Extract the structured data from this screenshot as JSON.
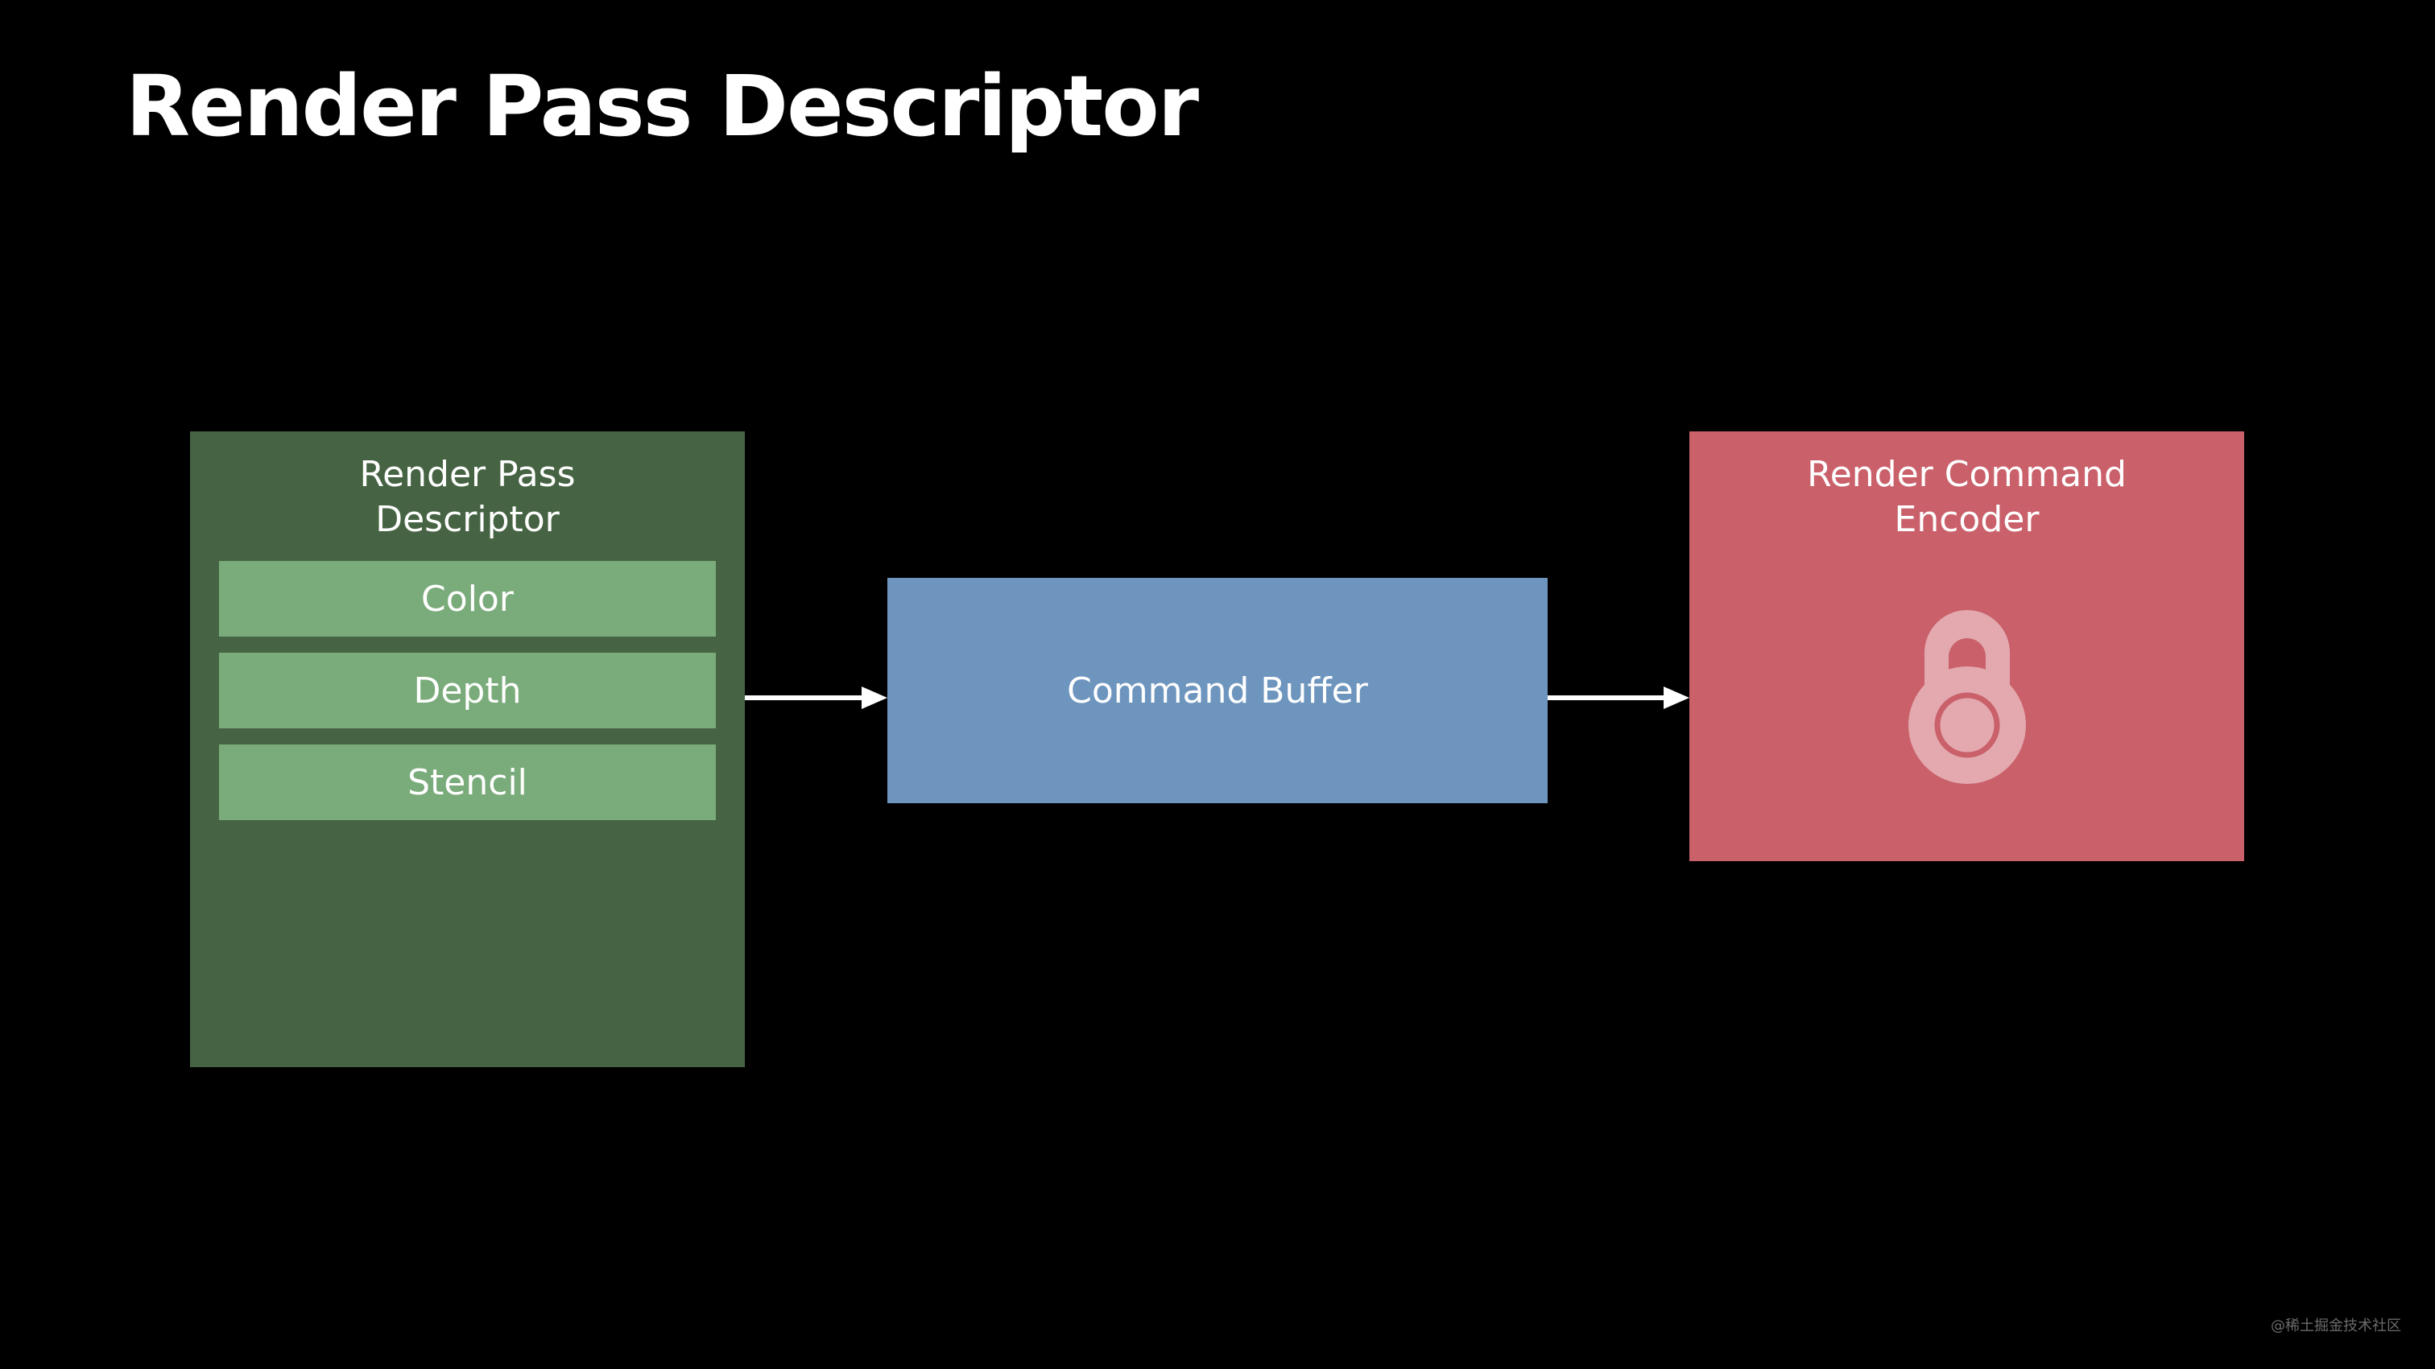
{
  "slide": {
    "title": "Render Pass Descriptor"
  },
  "descriptor": {
    "title_line1": "Render Pass",
    "title_line2": "Descriptor",
    "color": "#466443",
    "attachment_color": "#7aab7a",
    "attachments": [
      "Color",
      "Depth",
      "Stencil"
    ]
  },
  "command_buffer": {
    "label": "Command Buffer",
    "color": "#6d95be"
  },
  "encoder": {
    "title_line1": "Render Command",
    "title_line2": "Encoder",
    "color": "#c9606a",
    "icon": "lock-icon"
  },
  "watermark": "@稀土掘金技术社区"
}
